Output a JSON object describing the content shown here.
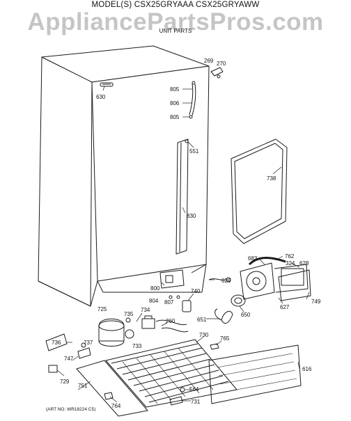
{
  "title": "MODEL(S) CSX25GRYAAA CSX25GRYAWW",
  "watermark": "AppliancePartsPros.com",
  "subtitle": "UNIT PARTS",
  "art_number": "(ART NO. WR18224 C5)",
  "parts": [
    "269",
    "270",
    "630",
    "805",
    "806",
    "805",
    "551",
    "738",
    "830",
    "762",
    "683",
    "324",
    "628",
    "749",
    "800",
    "804",
    "807",
    "626",
    "740",
    "650",
    "627",
    "725",
    "735",
    "734",
    "260",
    "651",
    "736",
    "737",
    "730",
    "765",
    "733",
    "747",
    "616",
    "729",
    "751",
    "564",
    "764",
    "731"
  ],
  "colors": {
    "line": "#1a1a1a",
    "watermark": "#969696",
    "background": "#ffffff"
  }
}
